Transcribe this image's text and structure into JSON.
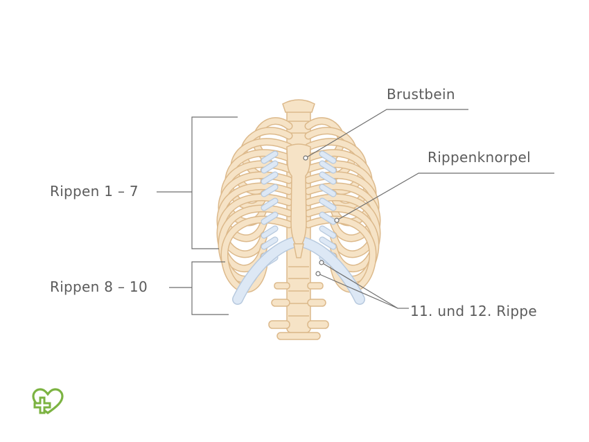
{
  "labels": {
    "sternum": "Brustbein",
    "costal_cartilage": "Rippenknorpel",
    "ribs_1_7": "Rippen 1 – 7",
    "ribs_8_10": "Rippen 8 – 10",
    "ribs_11_12": "11. und 12. Rippe"
  },
  "colors": {
    "bone_fill": "#f6e3c6",
    "bone_stroke": "#dcb98b",
    "cartilage_fill": "#dde8f5",
    "cartilage_stroke": "#b7c9de",
    "leader_line": "#6e6e6e",
    "text": "#5b5b5b",
    "logo": "#7cb342"
  },
  "logo": {
    "icon": "heart-cross-icon"
  }
}
